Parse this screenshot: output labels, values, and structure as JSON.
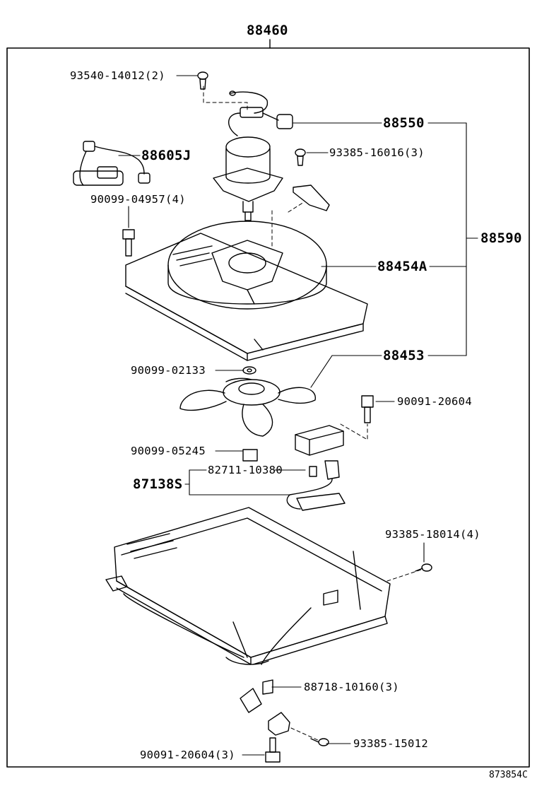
{
  "assembly": "88460",
  "figure_code": "873854C",
  "parts": {
    "p93540": "93540-14012(2)",
    "p88550": "88550",
    "p88605": "88605J",
    "p93385a": "93385-16016(3)",
    "p90099a": "90099-04957(4)",
    "p88590": "88590",
    "p88454": "88454A",
    "p88453": "88453",
    "p90099b": "90099-02133",
    "p90091a": "90091-20604",
    "p90099c": "90099-05245",
    "p82711": "82711-10380",
    "p87138": "87138S",
    "p93385b": "93385-18014(4)",
    "p88718": "88718-10160(3)",
    "p93385c": "93385-15012",
    "p90091b": "90091-20604(3)"
  }
}
